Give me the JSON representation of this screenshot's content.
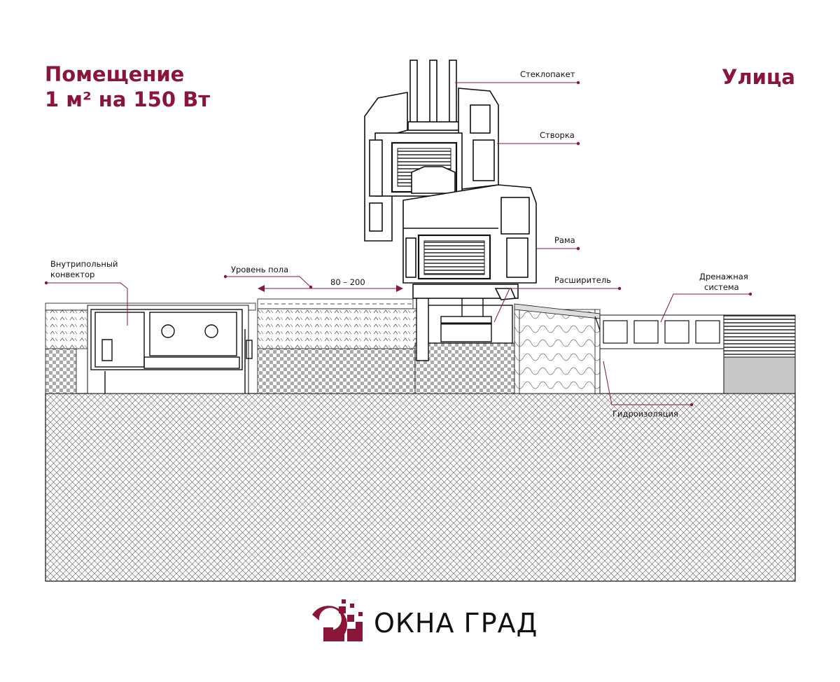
{
  "heading_room": {
    "line1": "Помещение",
    "line2": "1 м² на 150 Вт"
  },
  "heading_street": "Улица",
  "labels": {
    "glass_unit": "Стеклопакет",
    "sash": "Створка",
    "frame": "Рама",
    "expander": "Расширитель",
    "drainage_line1": "Дренажная",
    "drainage_line2": "система",
    "waterproofing": "Гидроизоляция",
    "convector_line1": "Внутрипольный",
    "convector_line2": "конвектор",
    "floor_level": "Уровень пола",
    "dimension": "80 – 200"
  },
  "brand": {
    "name": "ОКНА ГРАД"
  },
  "colors": {
    "accent": "#8b1538",
    "line": "#111111",
    "fill_gray": "#c8c8c8"
  }
}
